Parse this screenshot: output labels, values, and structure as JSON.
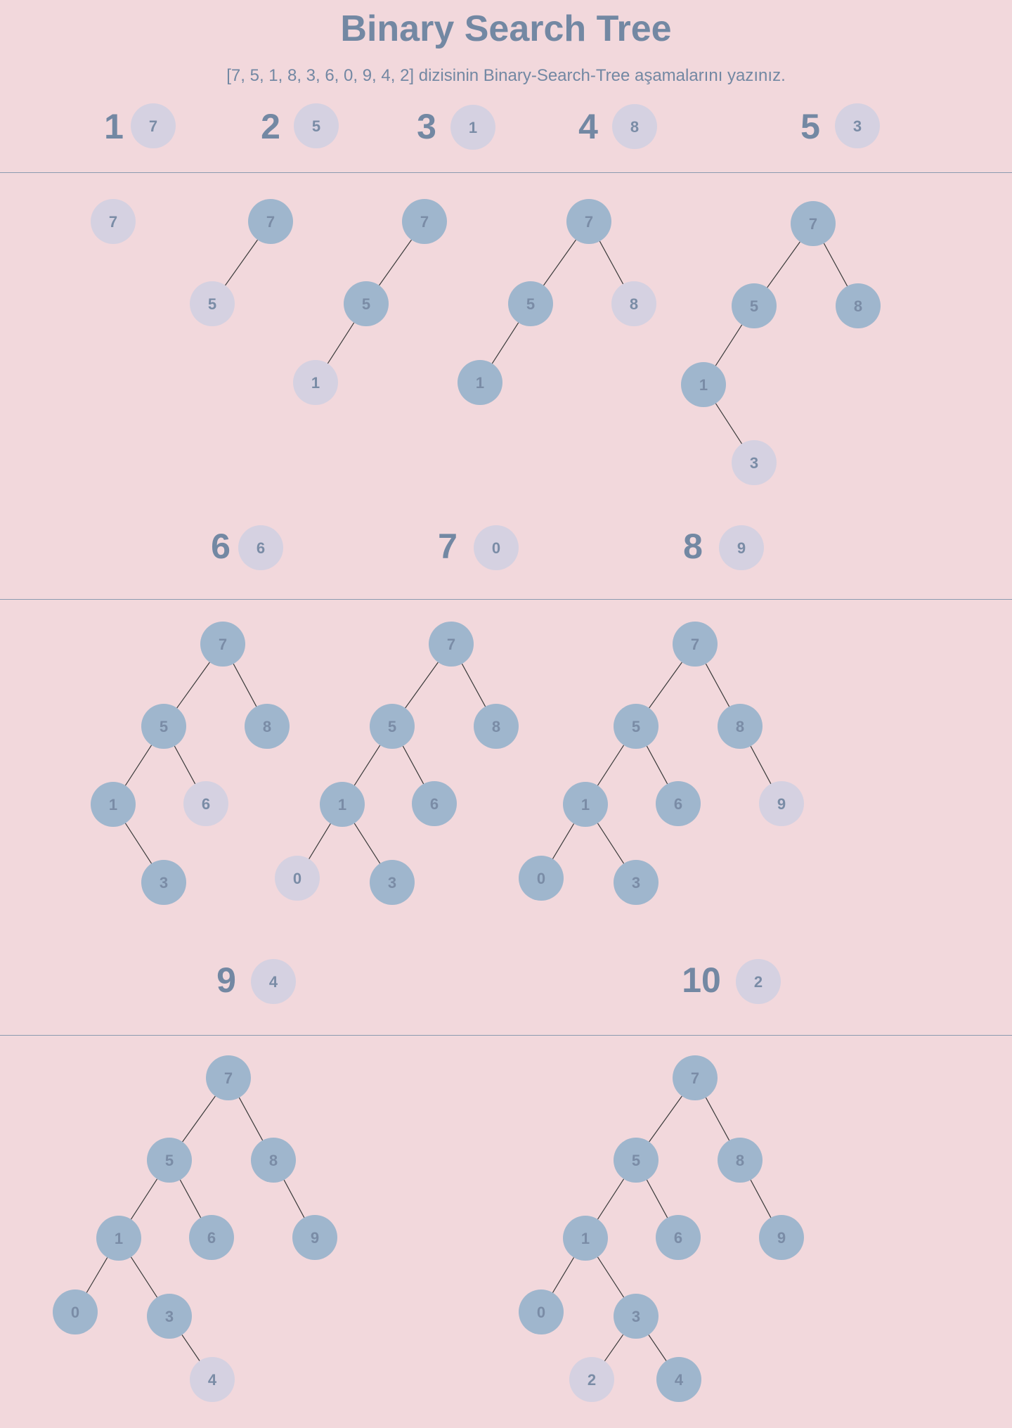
{
  "title": "Binary Search Tree",
  "subtitle": "[7, 5, 1, 8, 3, 6, 0, 9, 4, 2] dizisinin Binary-Search-Tree aşamalarını yazınız.",
  "colors": {
    "background": "#f2d8dc",
    "placed_node": "#9fb6cd",
    "new_node": "#d5d1e1",
    "text": "#7388a3",
    "edge": "#3a3a3a",
    "divider": "#8b9bb0"
  },
  "steps": [
    {
      "step": "1",
      "insert": "7",
      "nodes": [
        {
          "id": "7",
          "value": "7",
          "parent": null,
          "new": true
        }
      ]
    },
    {
      "step": "2",
      "insert": "5",
      "nodes": [
        {
          "id": "7",
          "value": "7",
          "parent": null,
          "new": false
        },
        {
          "id": "5",
          "value": "5",
          "parent": "7",
          "new": true
        }
      ]
    },
    {
      "step": "3",
      "insert": "1",
      "nodes": [
        {
          "id": "7",
          "value": "7",
          "parent": null,
          "new": false
        },
        {
          "id": "5",
          "value": "5",
          "parent": "7",
          "new": false
        },
        {
          "id": "1",
          "value": "1",
          "parent": "5",
          "new": true
        }
      ]
    },
    {
      "step": "4",
      "insert": "8",
      "nodes": [
        {
          "id": "7",
          "value": "7",
          "parent": null,
          "new": false
        },
        {
          "id": "5",
          "value": "5",
          "parent": "7",
          "new": false
        },
        {
          "id": "8",
          "value": "8",
          "parent": "7",
          "new": true
        },
        {
          "id": "1",
          "value": "1",
          "parent": "5",
          "new": false
        }
      ]
    },
    {
      "step": "5",
      "insert": "3",
      "nodes": [
        {
          "id": "7",
          "value": "7",
          "parent": null,
          "new": false
        },
        {
          "id": "5",
          "value": "5",
          "parent": "7",
          "new": false
        },
        {
          "id": "8",
          "value": "8",
          "parent": "7",
          "new": false
        },
        {
          "id": "1",
          "value": "1",
          "parent": "5",
          "new": false
        },
        {
          "id": "3",
          "value": "3",
          "parent": "1",
          "new": true
        }
      ]
    },
    {
      "step": "6",
      "insert": "6",
      "nodes": [
        {
          "id": "7",
          "value": "7",
          "parent": null,
          "new": false
        },
        {
          "id": "5",
          "value": "5",
          "parent": "7",
          "new": false
        },
        {
          "id": "8",
          "value": "8",
          "parent": "7",
          "new": false
        },
        {
          "id": "1",
          "value": "1",
          "parent": "5",
          "new": false
        },
        {
          "id": "6",
          "value": "6",
          "parent": "5",
          "new": true
        },
        {
          "id": "3",
          "value": "3",
          "parent": "1",
          "new": false
        }
      ]
    },
    {
      "step": "7",
      "insert": "0",
      "nodes": [
        {
          "id": "7",
          "value": "7",
          "parent": null,
          "new": false
        },
        {
          "id": "5",
          "value": "5",
          "parent": "7",
          "new": false
        },
        {
          "id": "8",
          "value": "8",
          "parent": "7",
          "new": false
        },
        {
          "id": "1",
          "value": "1",
          "parent": "5",
          "new": false
        },
        {
          "id": "6",
          "value": "6",
          "parent": "5",
          "new": false
        },
        {
          "id": "0",
          "value": "0",
          "parent": "1",
          "new": true
        },
        {
          "id": "3",
          "value": "3",
          "parent": "1",
          "new": false
        }
      ]
    },
    {
      "step": "8",
      "insert": "9",
      "nodes": [
        {
          "id": "7",
          "value": "7",
          "parent": null,
          "new": false
        },
        {
          "id": "5",
          "value": "5",
          "parent": "7",
          "new": false
        },
        {
          "id": "8",
          "value": "8",
          "parent": "7",
          "new": false
        },
        {
          "id": "1",
          "value": "1",
          "parent": "5",
          "new": false
        },
        {
          "id": "6",
          "value": "6",
          "parent": "5",
          "new": false
        },
        {
          "id": "9",
          "value": "9",
          "parent": "8",
          "new": true
        },
        {
          "id": "0",
          "value": "0",
          "parent": "1",
          "new": false
        },
        {
          "id": "3",
          "value": "3",
          "parent": "1",
          "new": false
        }
      ]
    },
    {
      "step": "9",
      "insert": "4",
      "nodes": [
        {
          "id": "7",
          "value": "7",
          "parent": null,
          "new": false
        },
        {
          "id": "5",
          "value": "5",
          "parent": "7",
          "new": false
        },
        {
          "id": "8",
          "value": "8",
          "parent": "7",
          "new": false
        },
        {
          "id": "1",
          "value": "1",
          "parent": "5",
          "new": false
        },
        {
          "id": "6",
          "value": "6",
          "parent": "5",
          "new": false
        },
        {
          "id": "9",
          "value": "9",
          "parent": "8",
          "new": false
        },
        {
          "id": "0",
          "value": "0",
          "parent": "1",
          "new": false
        },
        {
          "id": "3",
          "value": "3",
          "parent": "1",
          "new": false
        },
        {
          "id": "4",
          "value": "4",
          "parent": "3",
          "new": true
        }
      ]
    },
    {
      "step": "10",
      "insert": "2",
      "nodes": [
        {
          "id": "7",
          "value": "7",
          "parent": null,
          "new": false
        },
        {
          "id": "5",
          "value": "5",
          "parent": "7",
          "new": false
        },
        {
          "id": "8",
          "value": "8",
          "parent": "7",
          "new": false
        },
        {
          "id": "1",
          "value": "1",
          "parent": "5",
          "new": false
        },
        {
          "id": "6",
          "value": "6",
          "parent": "5",
          "new": false
        },
        {
          "id": "9",
          "value": "9",
          "parent": "8",
          "new": false
        },
        {
          "id": "0",
          "value": "0",
          "parent": "1",
          "new": false
        },
        {
          "id": "3",
          "value": "3",
          "parent": "1",
          "new": false
        },
        {
          "id": "2",
          "value": "2",
          "parent": "3",
          "new": true
        },
        {
          "id": "4",
          "value": "4",
          "parent": "3",
          "new": false
        }
      ]
    }
  ]
}
